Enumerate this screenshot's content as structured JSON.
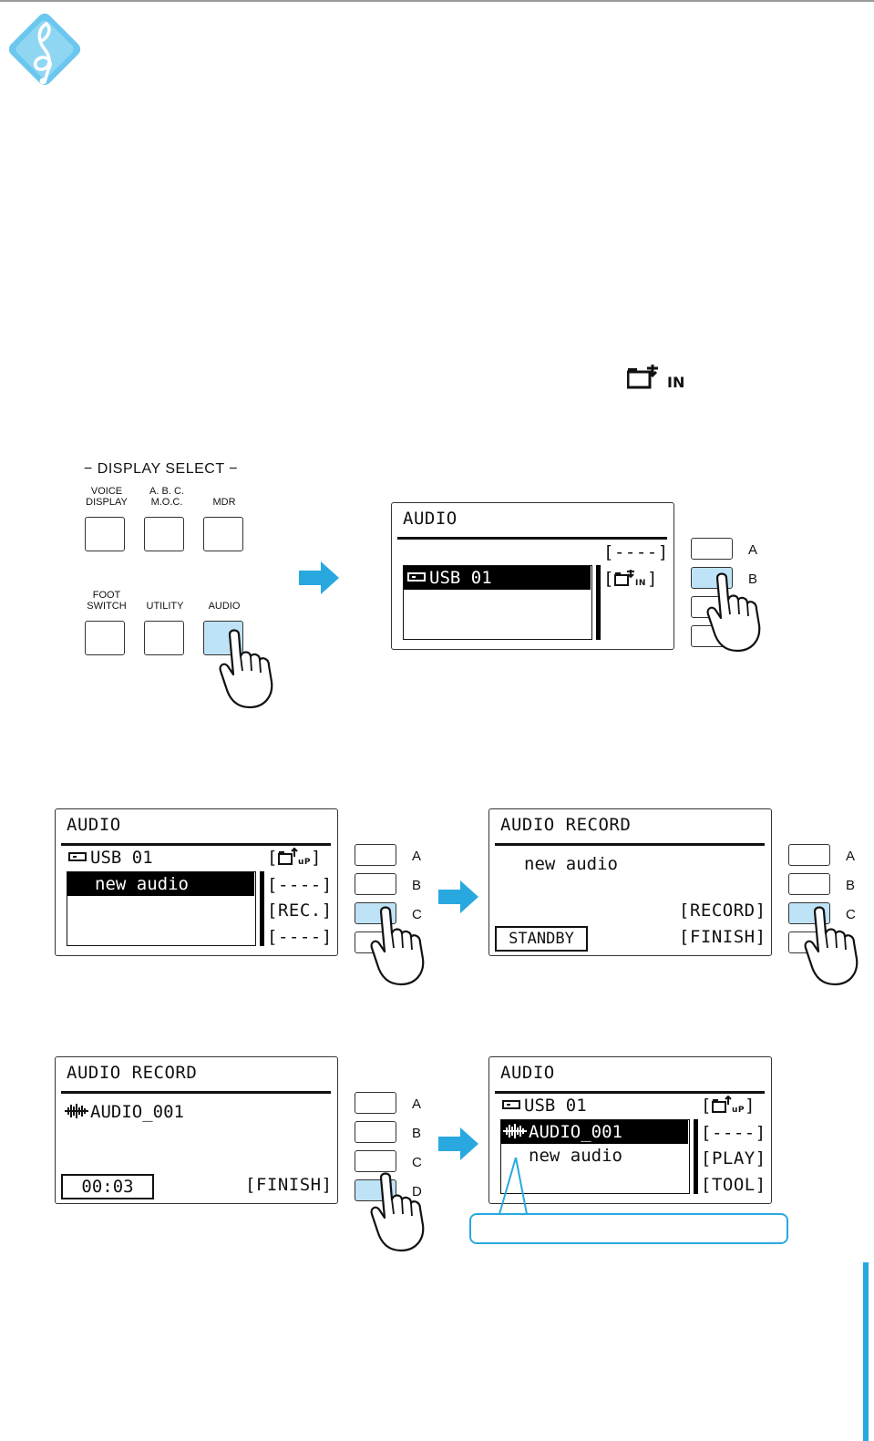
{
  "icons": {
    "logo": "treble-clef-diamond-icon",
    "folder_in": "folder-in-icon",
    "folder_up": "folder-up-icon",
    "usb": "usb-device-icon",
    "audio_file": "audio-waveform-icon",
    "hand": "pointing-hand-icon",
    "arrow": "right-arrow-icon"
  },
  "colors": {
    "accent": "#29a8e0",
    "pressed": "#bfe3f6"
  },
  "panel": {
    "title": "DISPLAY SELECT",
    "buttons": [
      {
        "label": "VOICE\nDISPLAY"
      },
      {
        "label": "A. B. C.\nM.O.C."
      },
      {
        "label": "MDR"
      },
      {
        "label": "FOOT\nSWITCH"
      },
      {
        "label": "UTILITY"
      },
      {
        "label": "AUDIO"
      }
    ]
  },
  "side_buttons": [
    "A",
    "B",
    "C",
    "D"
  ],
  "screen1": {
    "title": "AUDIO",
    "selected_item": "USB 01",
    "soft_keys": [
      "[----]",
      "[",
      "]"
    ],
    "in_label": "IN"
  },
  "screen2": {
    "title": "AUDIO",
    "device": "USB 01",
    "selected_item": "new audio",
    "soft_keys": [
      "[",
      "]",
      "[----]",
      "[REC.]",
      "[----]"
    ],
    "up_label": "uP"
  },
  "screen3": {
    "title": "AUDIO RECORD",
    "song": "new audio",
    "soft_keys": [
      "[RECORD]",
      "[FINISH]"
    ],
    "status": "STANDBY"
  },
  "screen4": {
    "title": "AUDIO RECORD",
    "file": "AUDIO_001",
    "time": "00:03",
    "soft_keys": [
      "[FINISH]"
    ]
  },
  "screen5": {
    "title": "AUDIO",
    "device": "USB 01",
    "selected_item": "AUDIO_001",
    "item2": "new audio",
    "soft_keys": [
      "[",
      "]",
      "[----]",
      "[PLAY]",
      "[TOOL]"
    ],
    "up_label": "uP"
  }
}
